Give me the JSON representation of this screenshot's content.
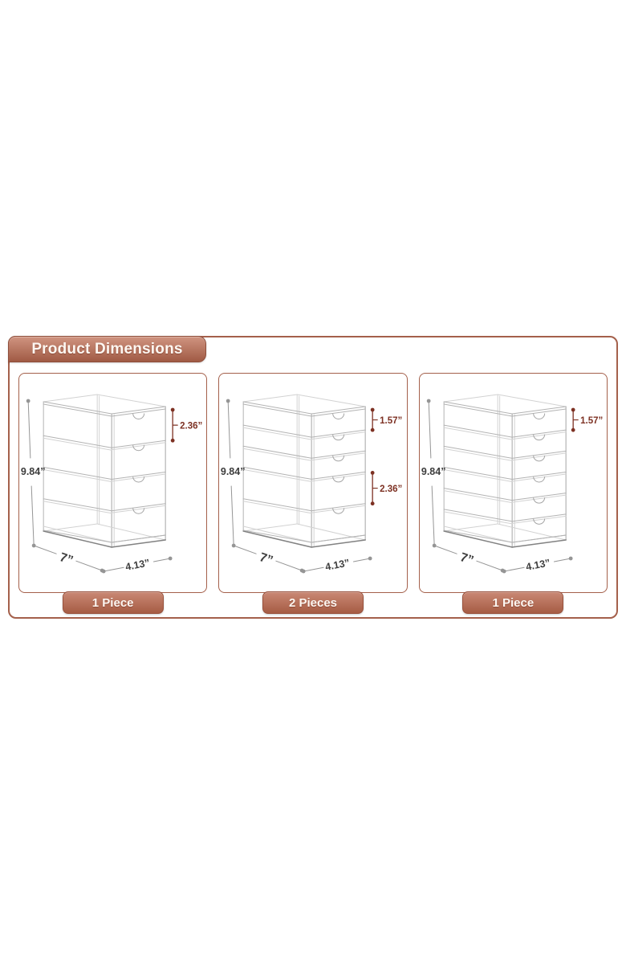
{
  "header": {
    "title": "Product Dimensions"
  },
  "colors": {
    "frame_border": "#a4604b",
    "header_grad_top": "#d09481",
    "header_grad_bottom": "#a05a44",
    "badge_grad_top": "#c98874",
    "badge_grad_bottom": "#a65c44",
    "dim_accent": "#7d3123",
    "dim_text_gray": "#3d3d3d",
    "dim_line_gray": "#959595",
    "drawing_line": "#b3b3b3",
    "drawing_line_faint": "#d2d2d2",
    "drawing_line_dark": "#828282"
  },
  "units": [
    {
      "badge": "1 Piece",
      "height_label": "9.84”",
      "depth_label": "7”",
      "width_label": "4.13”",
      "drawers_in": [
        2.36,
        2.36,
        2.36,
        2.36
      ],
      "drawer_dims": [
        {
          "drawer": 1,
          "label": "2.36”"
        }
      ]
    },
    {
      "badge": "2 Pieces",
      "height_label": "9.84”",
      "depth_label": "7”",
      "width_label": "4.13”",
      "drawers_in": [
        1.57,
        1.57,
        1.57,
        2.36,
        2.36
      ],
      "drawer_dims": [
        {
          "drawer": 1,
          "label": "1.57”"
        },
        {
          "drawer": 4,
          "label": "2.36”"
        }
      ]
    },
    {
      "badge": "1 Piece",
      "height_label": "9.84”",
      "depth_label": "7”",
      "width_label": "4.13”",
      "drawers_in": [
        1.57,
        1.57,
        1.57,
        1.57,
        1.57,
        1.57
      ],
      "drawer_dims": [
        {
          "drawer": 1,
          "label": "1.57”"
        }
      ]
    }
  ]
}
